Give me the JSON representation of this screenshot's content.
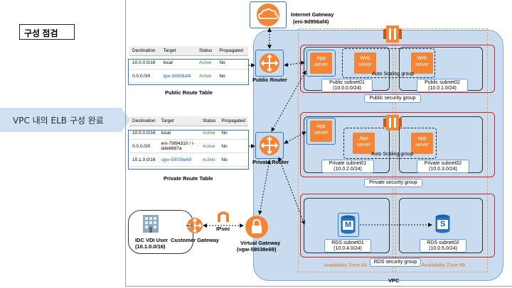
{
  "header": {
    "title": "구성 점검"
  },
  "callout": {
    "text": "VPC 내의 ELB 구성 완료"
  },
  "public_table": {
    "columns": [
      "Destination",
      "Target",
      "Status",
      "Propagated"
    ],
    "rows": [
      [
        "10.0.0.0/16",
        "local",
        "Active",
        "No"
      ],
      [
        "0.0.0.0/0",
        "igw-9d956af4",
        "Active",
        "No"
      ]
    ],
    "caption": "Public Route Table"
  },
  "private_table": {
    "columns": [
      "Destination",
      "Target",
      "Status",
      "Propagated"
    ],
    "rows": [
      [
        "10.0.0.0/16",
        "local",
        "Active",
        "No"
      ],
      [
        "0.0.0.0/0",
        "eni-79f84310 / i-dde6687a",
        "Active",
        "No"
      ],
      [
        "10.1.0.0/16",
        "vgw-59038e69",
        "Active",
        "No"
      ]
    ],
    "caption": "Private Route Table"
  },
  "diagram": {
    "igw_label": "Internet Gateway",
    "igw_id": "(eni-9d956af4)",
    "public_router": "Public Router",
    "private_router": "Private Router",
    "app_server": "App server",
    "web_server": "Web server",
    "auto_scaling": "Auto Scaling group",
    "public_subnet01": "Public subnet01",
    "public_subnet01_cidr": "(10.0.0.0/24)",
    "public_subnet02": "Public subnet02",
    "public_subnet02_cidr": "(10.0.1.0/24)",
    "public_sg": "Public security group",
    "private_subnet01": "Private subnet01",
    "private_subnet01_cidr": "(10.0.2.0/24)",
    "private_subnet02": "Private subnet02",
    "private_subnet02_cidr": "(10.0.3.0/24)",
    "private_sg": "Private security group",
    "rds_subnet01": "RDS subnet01",
    "rds_subnet01_cidr": "(10.0.4.0/24)",
    "rds_subnet02": "RDS subnet02",
    "rds_subnet02_cidr": "(10.0.5.0/24)",
    "rds_sg": "RDS security group",
    "az_a": "Availability  Zone #A",
    "az_b": "Availability  Zone #B",
    "vpc": "VPC",
    "idc_user": "IDC VDI User",
    "idc_cidr": "(10.1.0.0/16)",
    "customer_gw": "Customer Gateway",
    "ipsec": "IPsec",
    "vgw_label": "Virtual Gateway",
    "vgw_id": "(vgw-59038e69)",
    "rds_master_letter": "M",
    "rds_slave_letter": "S"
  },
  "colors": {
    "vpc_fill": "#c9dcef",
    "az_border": "#f5a04a",
    "subnet_border": "#d61f1f",
    "sg_border": "#2c79c6",
    "orange": "#f58536",
    "route_box": "#2c79c6"
  }
}
